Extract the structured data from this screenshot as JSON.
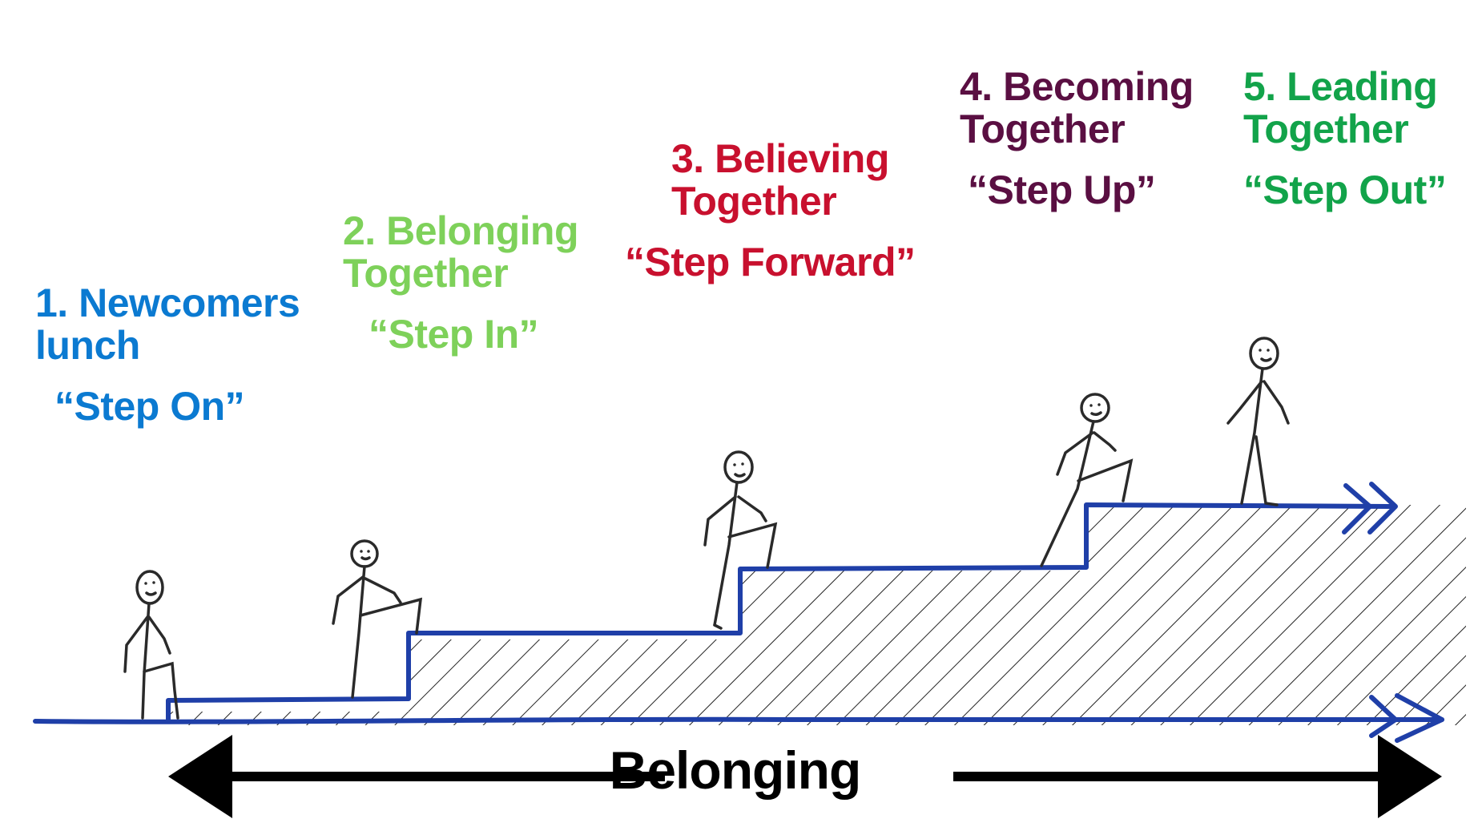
{
  "stages": [
    {
      "title_lines": [
        "1. Newcomers",
        "lunch"
      ],
      "quote": "“Step On”",
      "color": "#0b7ad1"
    },
    {
      "title_lines": [
        "2. Belonging",
        "Together"
      ],
      "quote": "“Step In”",
      "color": "#7ed15a"
    },
    {
      "title_lines": [
        "3. Believing",
        "Together"
      ],
      "quote": "“Step Forward”",
      "color": "#c8102e"
    },
    {
      "title_lines": [
        "4. Becoming",
        "Together"
      ],
      "quote": "“Step Up”",
      "color": "#5a0f42"
    },
    {
      "title_lines": [
        "5. Leading",
        "Together"
      ],
      "quote": "“Step Out”",
      "color": "#12a34a"
    }
  ],
  "axis": {
    "label": "Belonging"
  },
  "colors": {
    "step_line": "#1f3fa8",
    "hatch": "#222222",
    "figure": "#2a2a2a",
    "arrow": "#000000"
  }
}
